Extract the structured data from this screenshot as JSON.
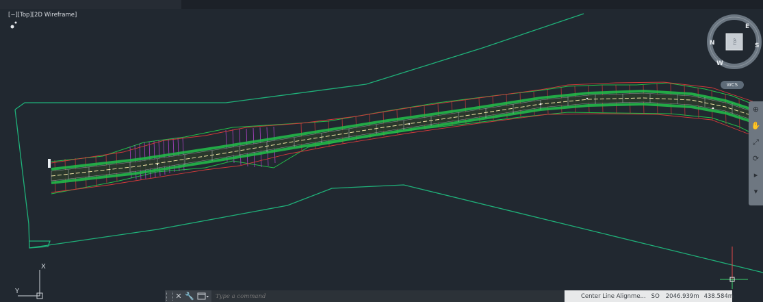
{
  "viewport": {
    "label": "[−][Top][2D Wireframe]"
  },
  "viewcube": {
    "north": "N",
    "east": "E",
    "south": "S",
    "west": "W",
    "face": "TOP",
    "ucs_label": "WCS"
  },
  "ucs_icon": {
    "x_label": "X",
    "y_label": "Y"
  },
  "command_line": {
    "close_icon": "close-icon",
    "customize_icon": "wrench-icon",
    "recent_icon": "command-prompt-icon",
    "placeholder": "Type a command"
  },
  "status": {
    "alignment": "Center Line Alignme...",
    "station_offset": "SO",
    "x_coord": "2046.939m",
    "y_coord": "438.584m"
  },
  "colors": {
    "background": "#212830",
    "boundary": "#1fb27a",
    "corridor_green": "#22c04a",
    "corridor_red": "#d43a3a",
    "corridor_purple": "#b043c8",
    "alignment": "#f2e7a6"
  }
}
